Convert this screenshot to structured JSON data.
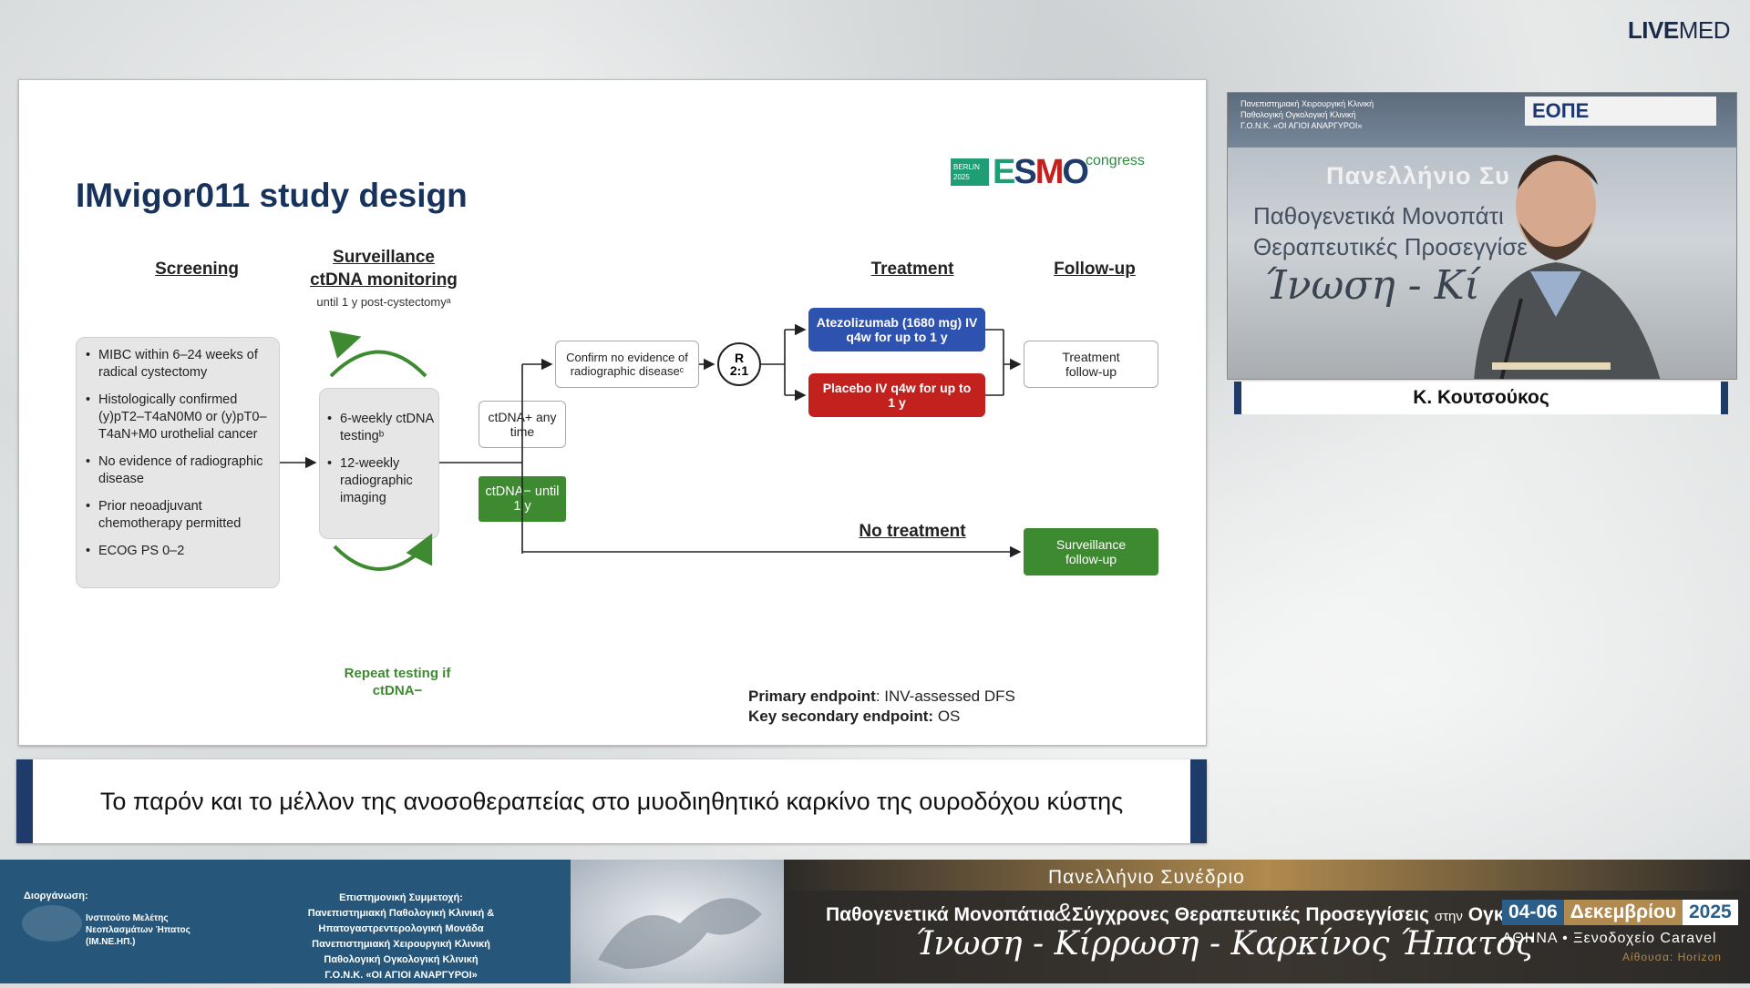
{
  "brand": {
    "logo_live": "LIVE",
    "logo_med": "MED"
  },
  "slide": {
    "esmo_berlin": "BERLIN 2025",
    "esmo_word": "ESMO",
    "esmo_congress": "congress",
    "title": "IMvigor011 study design",
    "headers": {
      "screening": "Screening",
      "surveillance1": "Surveillance",
      "surveillance2": "ctDNA monitoring",
      "surveillance_sub": "until 1 y post-cystectomyᵃ",
      "treatment": "Treatment",
      "followup": "Follow-up",
      "no_treatment": "No treatment"
    },
    "criteria": [
      "MIBC within 6–24 weeks of radical cystectomy",
      "Histologically confirmed (y)pT2–T4aN0M0 or (y)pT0–T4aN+M0 urothelial cancer",
      "No evidence of radiographic disease",
      "Prior neoadjuvant chemotherapy permitted",
      "ECOG PS 0–2"
    ],
    "testing": [
      "6-weekly ctDNA testingᵇ",
      "12-weekly radiographic imaging"
    ],
    "repeat": "Repeat testing if ctDNA−",
    "ctdna_pos": "ctDNA+ any time",
    "ctdna_neg": "ctDNA− until 1 y",
    "confirm": "Confirm no evidence of radiographic diseaseᶜ",
    "rand_r": "R",
    "rand_ratio": "2:1",
    "atezo": "Atezolizumab (1680 mg) IV q4w for up to 1 y",
    "placebo": "Placebo IV q4w for up to 1 y",
    "treat_follow": "Treatment follow-up",
    "surv_follow": "Surveillance follow-up",
    "primary_label": "Primary endpoint",
    "primary_value": ": INV-assessed DFS",
    "secondary_label": "Key secondary endpoint:",
    "secondary_value": " OS"
  },
  "subtitle": "Το παρόν και το μέλλον της ανοσοθεραπείας στο μυοδιηθητικό καρκίνο της ουροδόχου κύστης",
  "camera": {
    "banner_text": "Πανεπιστημιακή Χειρουργική Κλινική\nΠαθολογική Ογκολογική Κλινική\nΓ.Ο.Ν.Κ. «ΟΙ ΑΓΙΟΙ ΑΝΑΡΓΥΡΟΙ»",
    "eope": "ΕΟΠΕ",
    "wall1": "Πανελλήνιο Συ",
    "wall2": "Παθογενετικά Μονοπάτι",
    "wall3": "Θεραπευτικές Προσεγγίσε",
    "wall4": "Ίνωση - Κί"
  },
  "speaker": "Κ. Κουτσούκος",
  "footer": {
    "org_label": "Διοργάνωση:",
    "org_name": "Ινστιτούτο Μελέτης Νεοπλασμάτων Ήπατος (ΙΜ.ΝΕ.ΗΠ.)",
    "sci_label": "Επιστημονική Συμμετοχή:",
    "sci_1": "Πανεπιστημιακή Παθολογική Κλινική & Ηπατογαστρεντερολογική Μονάδα",
    "sci_2": "Πανεπιστημιακή Χειρουργική Κλινική",
    "sci_3": "Παθολογική Ογκολογική Κλινική",
    "sci_4": "Γ.Ο.Ν.Κ. «ΟΙ ΑΓΙΟΙ ΑΝΑΡΓΥΡΟΙ»",
    "congress": "Πανελλήνιο Συνέδριο",
    "theme_a": "Παθογενετικά Μονοπάτια",
    "theme_amp": "&",
    "theme_b": "Σύγχρονες Θεραπευτικές Προσεγγίσεις",
    "theme_small": "στην",
    "theme_c": "Ογκολογία",
    "script": "Ίνωση - Κίρρωση - Καρκίνος Ήπατος",
    "date_days": "04-06",
    "date_month": "Δεκεμβρίου",
    "date_year": "2025",
    "venue": "ΑΘΗΝΑ • Ξενοδοχείο Caravel",
    "hall": "Αίθουσα: Horizon"
  }
}
